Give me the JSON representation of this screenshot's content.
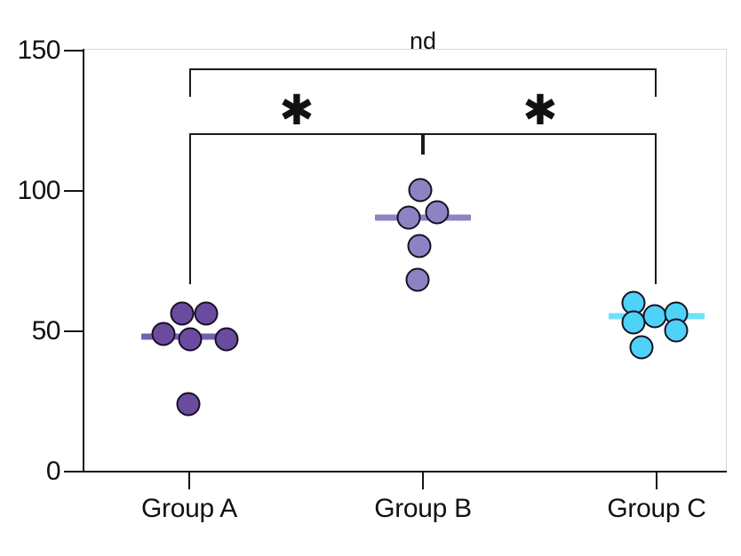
{
  "chart_data": {
    "type": "scatter",
    "title": "",
    "xlabel": "",
    "ylabel": "",
    "ylim": [
      0,
      150
    ],
    "yticks": [
      0,
      50,
      100,
      150
    ],
    "ytick_labels": [
      "0",
      "50",
      "100",
      "150"
    ],
    "grid": false,
    "legend": "none",
    "categories": [
      "Group A",
      "Group B",
      "Group C"
    ],
    "series": [
      {
        "name": "Group A",
        "color": "#6B4BA0",
        "edge_color": "#171024",
        "mean_color": "#6F63B4",
        "mean": 48,
        "values": [
          49,
          56,
          47,
          56,
          47,
          24
        ],
        "points": [
          {
            "value": 49,
            "offset": -29
          },
          {
            "value": 56,
            "offset": -8
          },
          {
            "value": 47,
            "offset": 1
          },
          {
            "value": 56,
            "offset": 19
          },
          {
            "value": 47,
            "offset": 42
          },
          {
            "value": 24,
            "offset": -1
          }
        ]
      },
      {
        "name": "Group B",
        "color": "#8C84C2",
        "edge_color": "#171024",
        "mean_color": "#8C84C2",
        "mean": 90,
        "values": [
          100,
          92,
          90,
          80,
          68
        ],
        "points": [
          {
            "value": 100,
            "offset": -3
          },
          {
            "value": 92,
            "offset": 16
          },
          {
            "value": 90,
            "offset": -16
          },
          {
            "value": 80,
            "offset": -4
          },
          {
            "value": 68,
            "offset": -6
          }
        ]
      },
      {
        "name": "Group C",
        "color": "#4FD2F7",
        "edge_color": "#171024",
        "mean_color": "#6FE0FA",
        "mean": 55,
        "values": [
          60,
          53,
          55,
          56,
          50,
          44
        ],
        "points": [
          {
            "value": 60,
            "offset": -26
          },
          {
            "value": 53,
            "offset": -26
          },
          {
            "value": 55,
            "offset": -2
          },
          {
            "value": 56,
            "offset": 22
          },
          {
            "value": 50,
            "offset": 22
          },
          {
            "value": 44,
            "offset": -17
          }
        ]
      }
    ],
    "annotations": [
      {
        "label": "nd",
        "from": "Group A",
        "to": "Group C",
        "level": 143,
        "kind": "text"
      },
      {
        "label": "✱",
        "from": "Group A",
        "to": "Group B",
        "level": 120,
        "kind": "star"
      },
      {
        "label": "✱",
        "from": "Group B",
        "to": "Group C",
        "level": 120,
        "kind": "star"
      }
    ]
  },
  "axis": {
    "tick_0": "0",
    "tick_50": "50",
    "tick_100": "100",
    "tick_150": "150",
    "group_a": "Group A",
    "group_b": "Group B",
    "group_c": "Group C"
  },
  "annotations": {
    "nd_label": "nd",
    "star_ab": "✱",
    "star_bc": "✱"
  }
}
